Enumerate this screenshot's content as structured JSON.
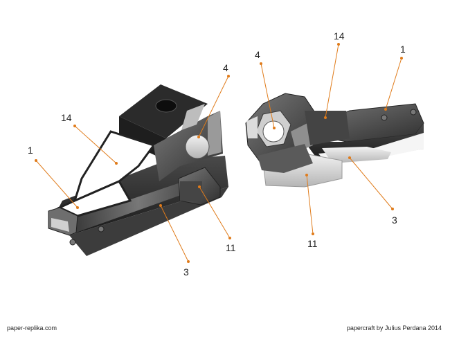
{
  "colors": {
    "leader": "#e07b1a",
    "body_dark": "#2a2a2a",
    "body_mid": "#555555",
    "panel_light": "#d9d9d9",
    "glass": "#ffffff"
  },
  "left_model": {
    "labels": {
      "part_1": "1",
      "part_14": "14",
      "part_4": "4",
      "part_11": "11",
      "part_3": "3"
    }
  },
  "right_model": {
    "labels": {
      "part_4": "4",
      "part_14": "14",
      "part_1": "1",
      "part_3": "3",
      "part_11": "11"
    }
  },
  "footer": {
    "left": "paper-replika.com",
    "right": "papercraft by Julius Perdana 2014"
  }
}
